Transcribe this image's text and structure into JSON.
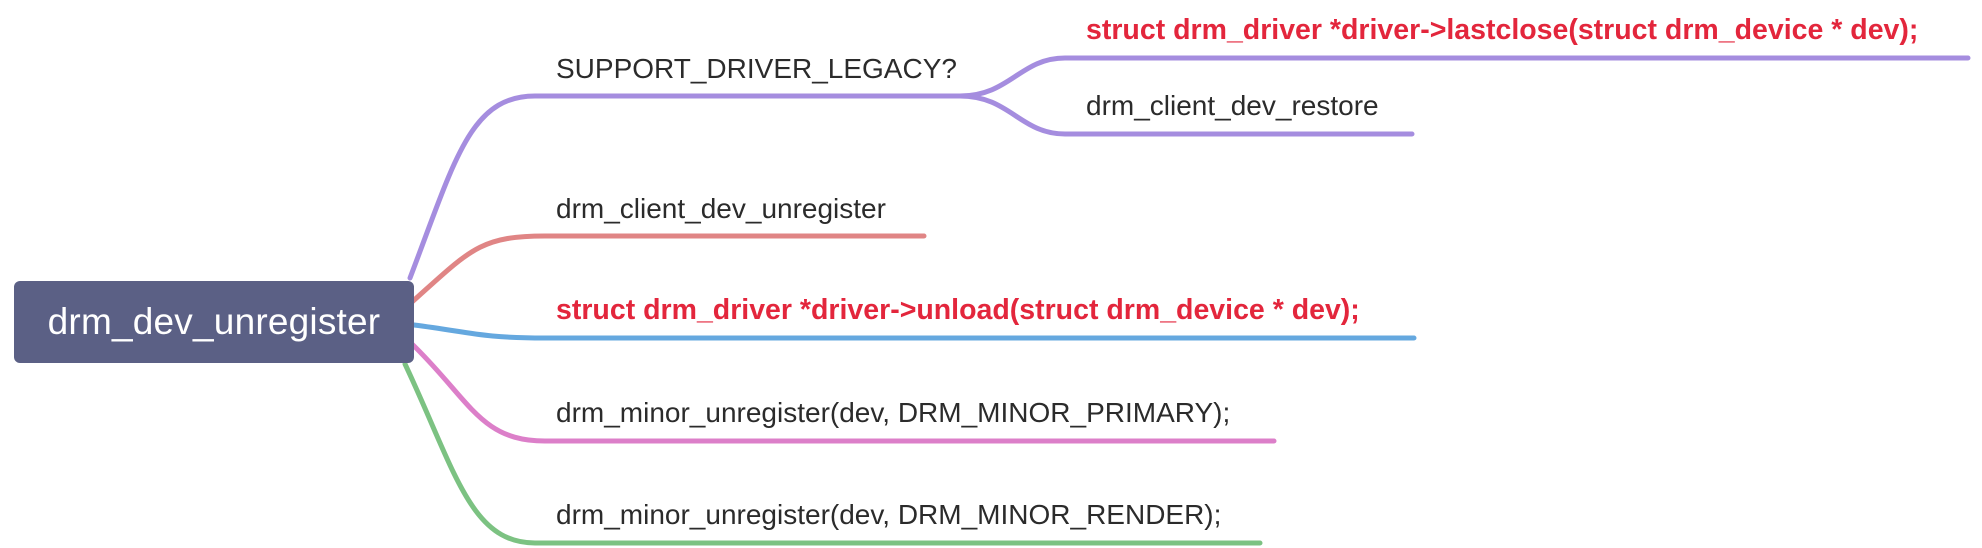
{
  "root": {
    "label": "drm_dev_unregister"
  },
  "branches": [
    {
      "label": "SUPPORT_DRIVER_LEGACY?",
      "color": "#a58ddf",
      "highlight": false,
      "children": [
        {
          "label": "struct drm_driver *driver->lastclose(struct drm_device * dev);",
          "color": "#a58ddf",
          "highlight": true
        },
        {
          "label": "drm_client_dev_restore",
          "color": "#a58ddf",
          "highlight": false
        }
      ]
    },
    {
      "label": "drm_client_dev_unregister",
      "color": "#e08585",
      "highlight": false
    },
    {
      "label": "struct drm_driver *driver->unload(struct drm_device * dev);",
      "color": "#65a8df",
      "highlight": true
    },
    {
      "label": "drm_minor_unregister(dev, DRM_MINOR_PRIMARY);",
      "color": "#dc7fc9",
      "highlight": false
    },
    {
      "label": "drm_minor_unregister(dev, DRM_MINOR_RENDER);",
      "color": "#7cc282",
      "highlight": false
    }
  ]
}
